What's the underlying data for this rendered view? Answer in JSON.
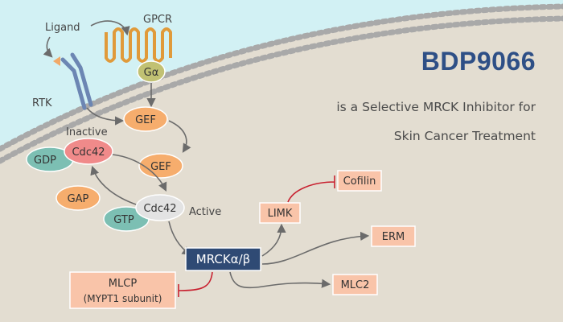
{
  "title": "BDP9066",
  "subtitle_line1": "is a Selective MRCK Inhibitor for",
  "subtitle_line2": "Skin Cancer Treatment",
  "labels": {
    "ligand": "Ligand",
    "gpcr": "GPCR",
    "galpha": "Gα",
    "rtk": "RTK",
    "gef": "GEF",
    "inactive": "Inactive",
    "gdp": "GDP",
    "cdc42": "Cdc42",
    "gap": "GAP",
    "active": "Active",
    "gtp": "GTP",
    "mrck": "MRCKα/β",
    "limk": "LIMK",
    "cofilin": "Cofilin",
    "erm": "ERM",
    "mlc2": "MLC2",
    "mlcp_line1": "MLCP",
    "mlcp_line2": "(MYPT1 subunit)"
  },
  "colors": {
    "extracellular": "#d2f1f4",
    "cytoplasm": "#e3ddd1",
    "membrane": "#a9a9a9",
    "title": "#2e4f86",
    "gef": "#f6ad6d",
    "gtp_gdp": "#7cbfb3",
    "cdc42_inactive": "#f08a8a",
    "cdc42_active": "#e3e3e3",
    "galpha": "#c1c173",
    "gpcr": "#e09a3a",
    "rtk": "#6c86b3",
    "ligand": "#f1a968",
    "mrck": "#2f4a74",
    "target_box": "#f9c4a9",
    "inhibit": "#c8202f",
    "arrow": "#6b6b6b"
  }
}
